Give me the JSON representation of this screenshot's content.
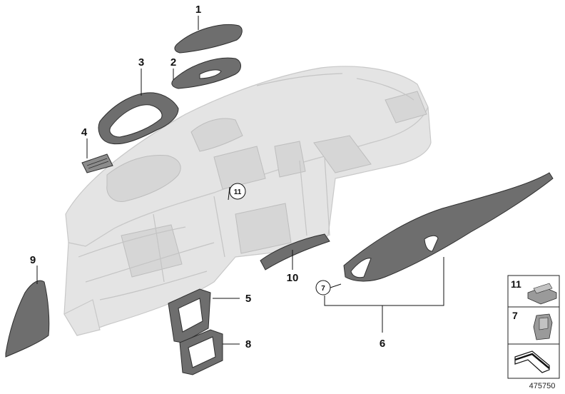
{
  "callouts": {
    "c1": "1",
    "c2": "2",
    "c3": "3",
    "c4": "4",
    "c5": "5",
    "c6": "6",
    "c7": "7",
    "c8": "8",
    "c9": "9",
    "c10": "10",
    "c11": "11"
  },
  "legend": {
    "item11": "11",
    "item7": "7"
  },
  "reference_number": "475750",
  "colors": {
    "dashboard": "#e4e4e4",
    "trim_parts": "#6e6e6e"
  }
}
